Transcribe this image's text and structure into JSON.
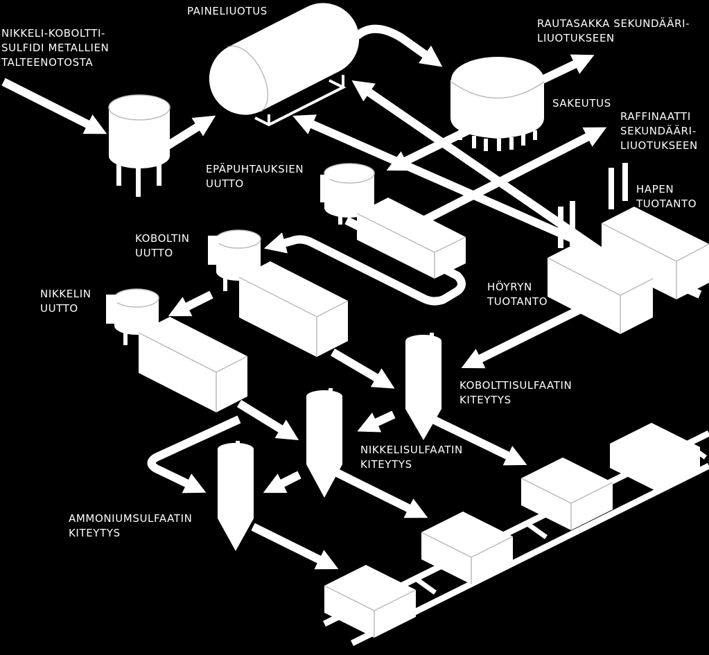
{
  "labels": {
    "nickel_cobalt_sulfide": [
      "NIKKELI-KOBOLTTI-",
      "SULFIDI METALLIEN",
      "TALTEENOTOSTA"
    ],
    "pressure_leaching": [
      "PAINELIUOTUS"
    ],
    "iron_precipitate": [
      "RAUTASAKKA SEKUNDÄÄRI-",
      "LIUOTUKSEEN"
    ],
    "thickening": [
      "SAKEUTUS"
    ],
    "raffinate": [
      "RAFFINAATTI",
      "SEKUNDÄÄRI-",
      "LIUOTUKSEEN"
    ],
    "impurity_extraction": [
      "EPÄPUHTAUKSIEN",
      "UUTTO"
    ],
    "oxygen_production": [
      "HAPEN",
      "TUOTANTO"
    ],
    "cobalt_extraction": [
      "KOBOLTIN",
      "UUTTO"
    ],
    "steam_production": [
      "HÖYRYN",
      "TUOTANTO"
    ],
    "nickel_extraction": [
      "NIKKELIN",
      "UUTTO"
    ],
    "cobalt_sulfate_cryst": [
      "KOBOLTTISULFAATIN",
      "KITEYTYS"
    ],
    "nickel_sulfate_cryst": [
      "NIKKELISULFAATIN",
      "KITEYTYS"
    ],
    "ammonium_sulfate_cryst": [
      "AMMONIUMSULFAATIN",
      "KITEYTYS"
    ]
  },
  "colors": {
    "background": "#000000",
    "foreground": "#ffffff",
    "edge": "#bbbbbb"
  }
}
